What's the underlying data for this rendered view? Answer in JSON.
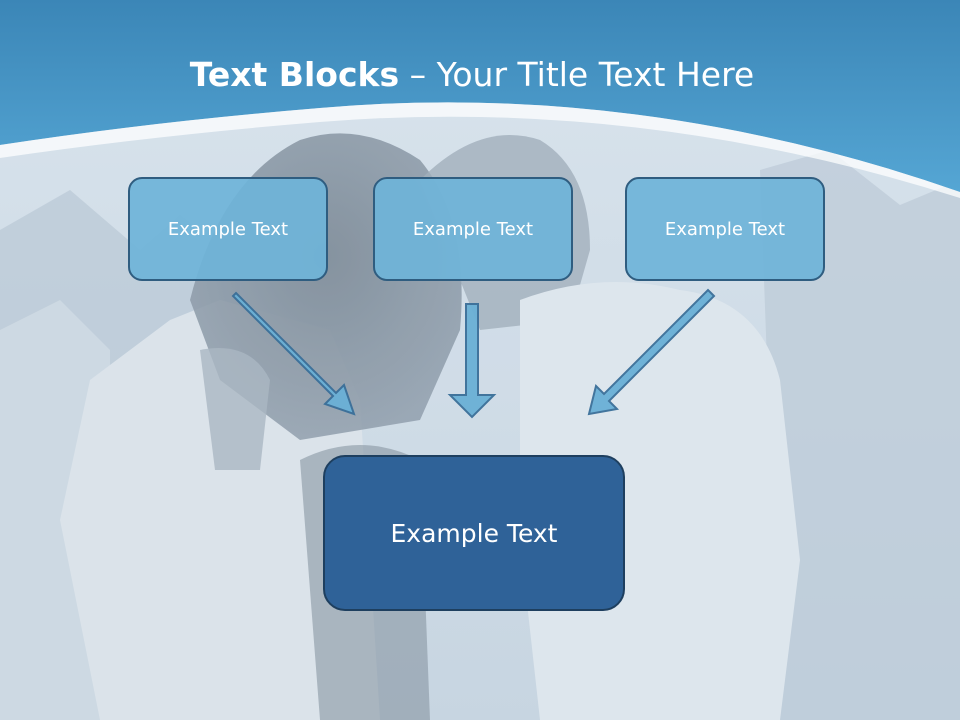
{
  "slide": {
    "title_bold": "Text Blocks",
    "title_dash": " – ",
    "title_rest": "Your Title Text Here",
    "top_boxes": [
      {
        "label": "Example Text"
      },
      {
        "label": "Example Text"
      },
      {
        "label": "Example Text"
      }
    ],
    "main_box": {
      "label": "Example Text"
    }
  },
  "colors": {
    "header_blue": "#4a9acb",
    "box_fill": "#6fb4d8",
    "box_border": "#2f5d80",
    "main_fill": "#2f6298",
    "arrow_fill": "#6ab0d6",
    "arrow_stroke": "#3a6f99"
  }
}
